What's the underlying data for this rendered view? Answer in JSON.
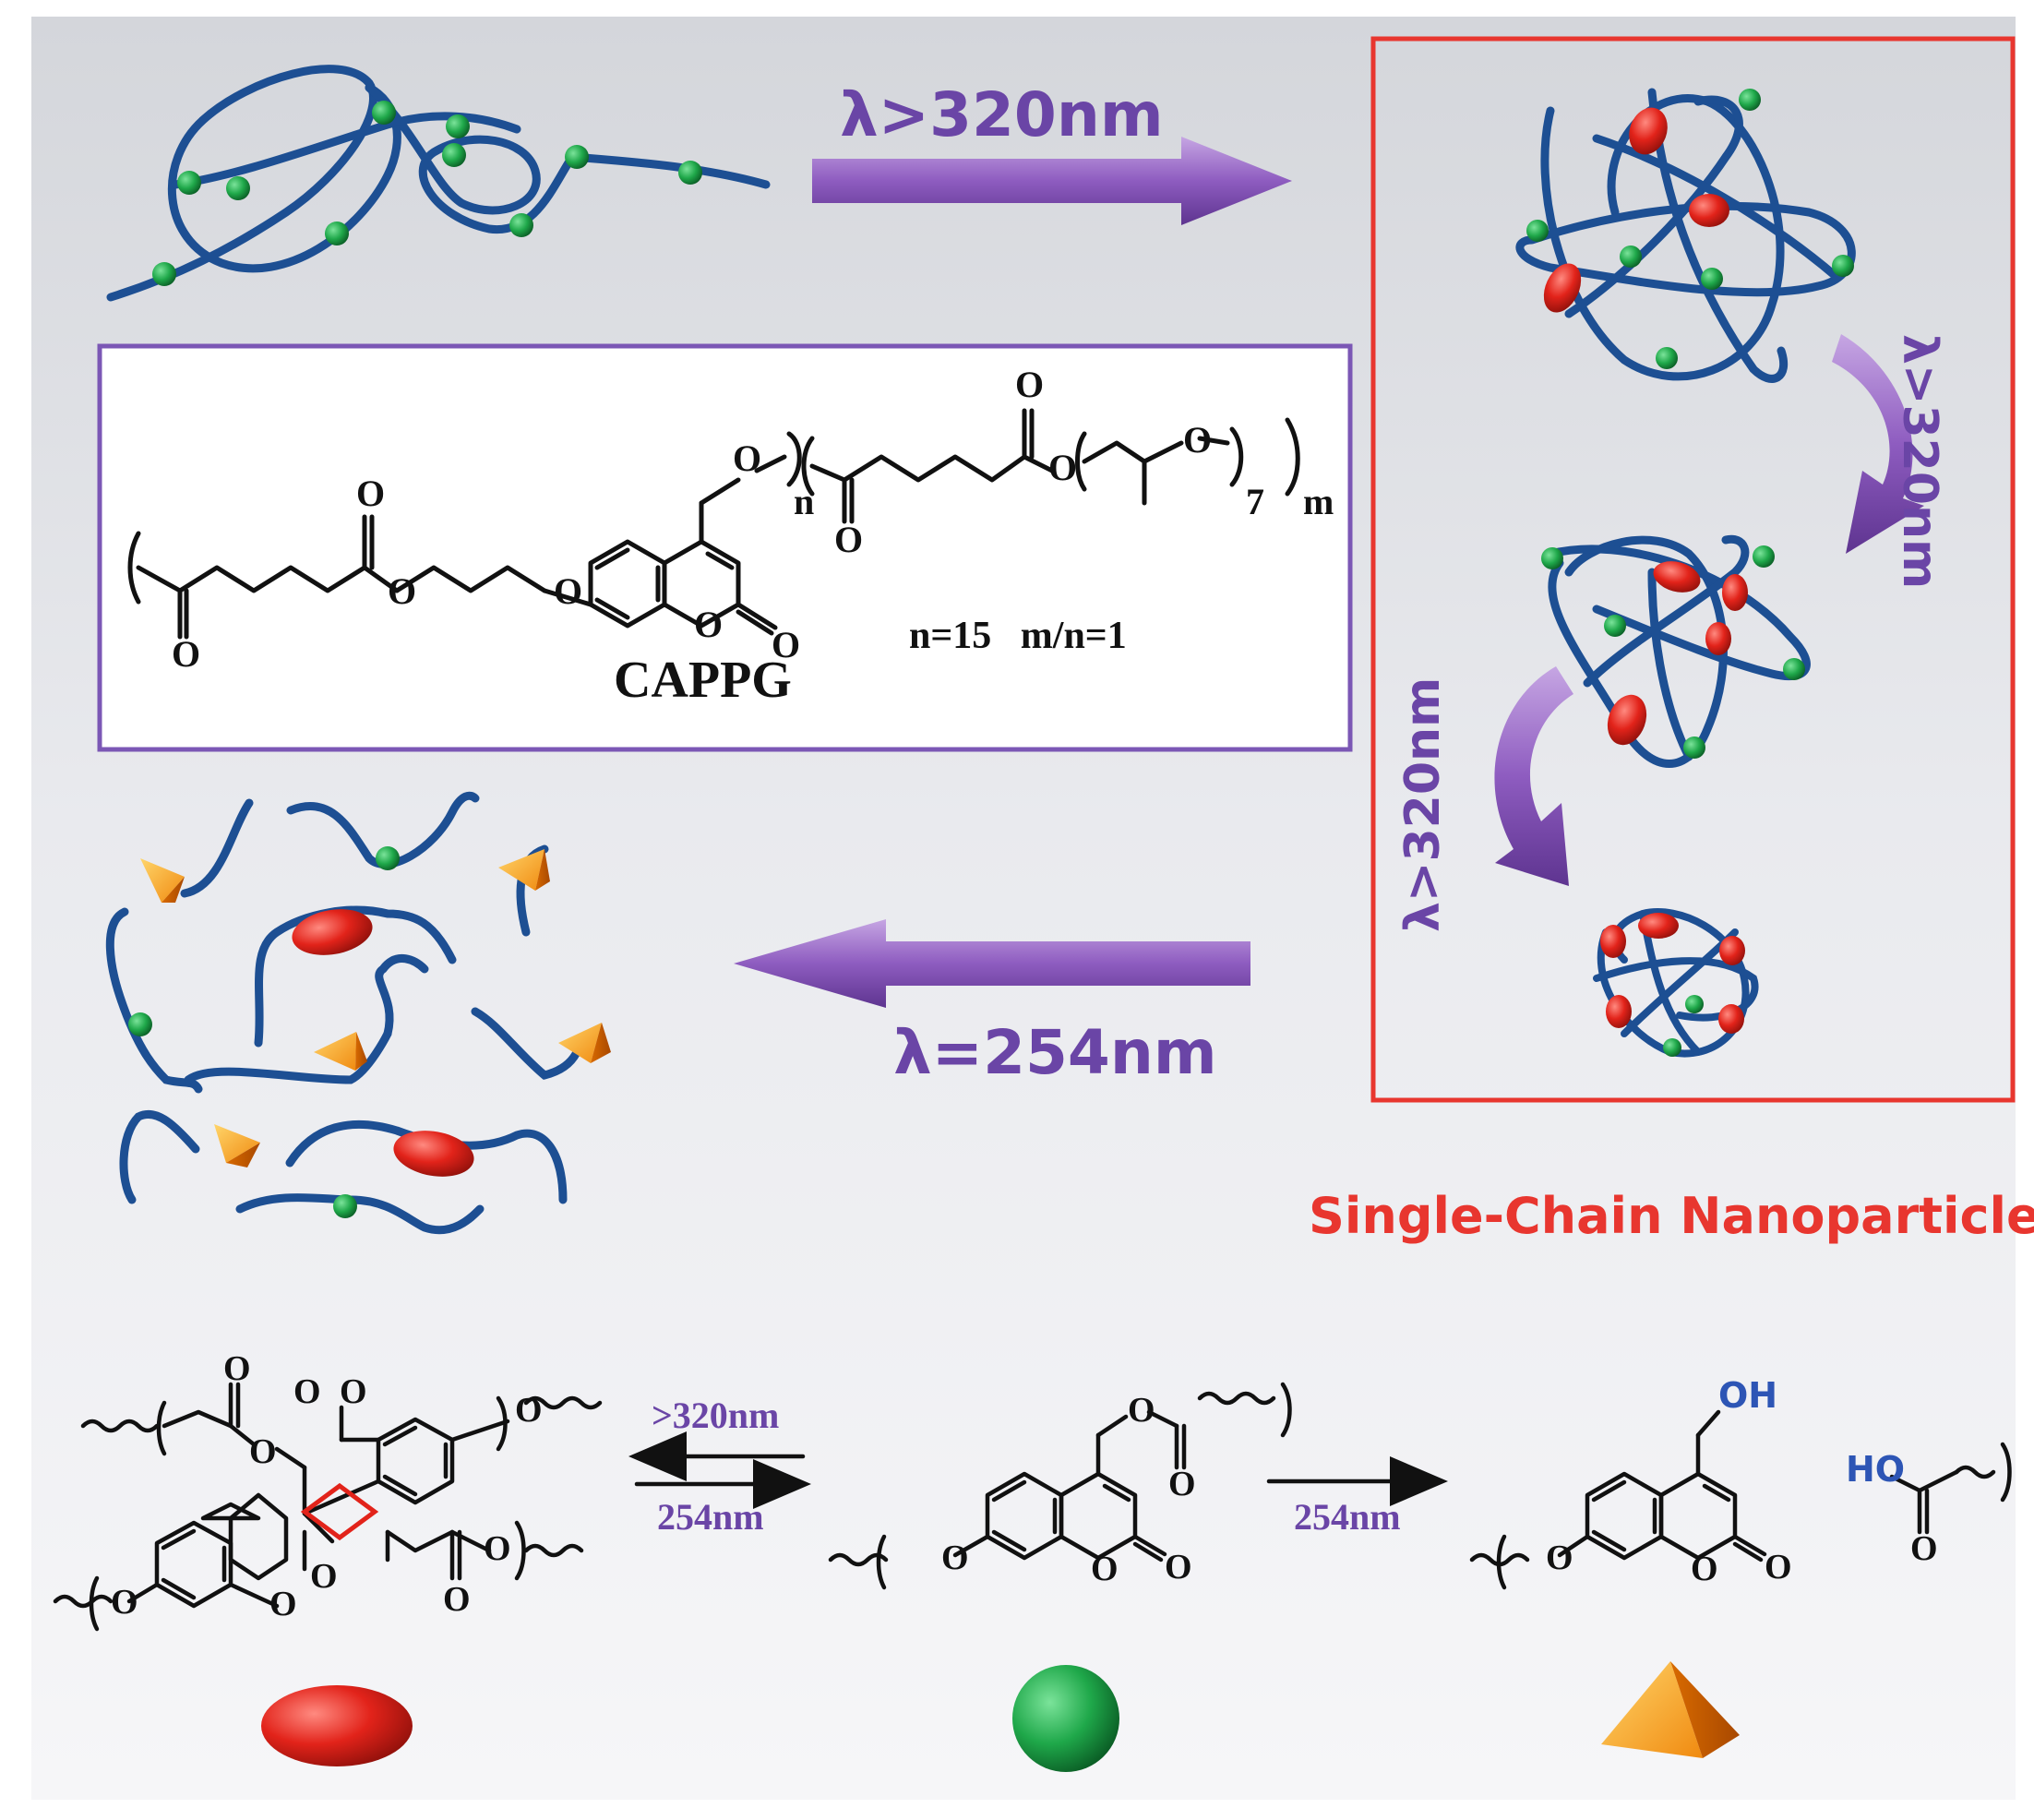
{
  "labels": {
    "uv_forward": "λ>320nm",
    "uv_back": "λ=254nm",
    "uv_right_side": "λ>320nm",
    "uv_mid_side": "λ>320nm",
    "polymer_name": "CAPPG",
    "composition": "n=15   m/n=1",
    "sub_n": "n",
    "sub_m": "m",
    "sub_7": "7",
    "box_title": "Single-Chain Nanoparticles",
    "dimer_forward": ">320nm",
    "dimer_back": "254nm",
    "cleave": "254nm",
    "oh": "OH",
    "ho": "HO"
  },
  "colors": {
    "chain": "#1d4f93",
    "green_bead": "#1fa84a",
    "red_bead": "#e2231a",
    "arrow": "#8e5cc0",
    "frame_purple": "#7b57b5",
    "frame_red": "#e8362f",
    "pyramid": "#f5a623"
  }
}
